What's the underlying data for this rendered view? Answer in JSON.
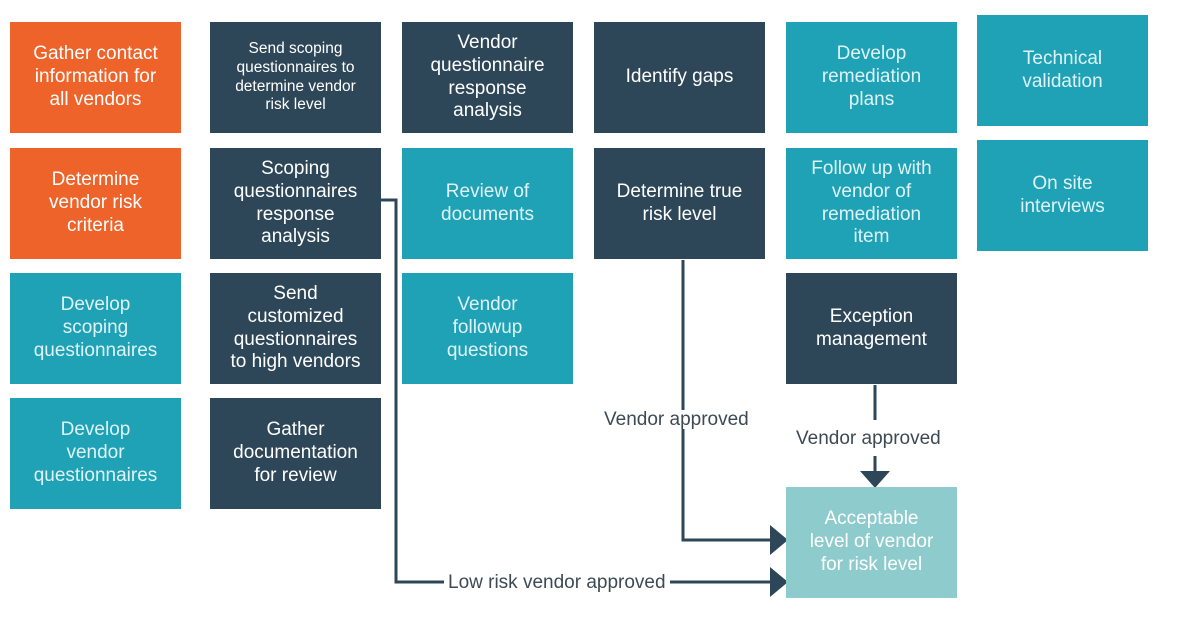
{
  "colors": {
    "orange": "#ED6329",
    "navy": "#2E4758",
    "teal": "#1FA2B6",
    "pale_teal": "#8ECBCC",
    "navy_text": "#ffffff",
    "orange_text": "#ffffff",
    "teal_text_light": "#dff3f6",
    "line": "#2E4758",
    "label_text": "#3d4a54"
  },
  "boxes": {
    "gather_contact": "Gather contact\ninformation for\nall vendors",
    "determine_criteria": "Determine\nvendor risk\ncriteria",
    "develop_scoping": "Develop\nscoping\nquestionnaires",
    "develop_vendor_q": "Develop\nvendor\nquestionnaires",
    "send_scoping": "Send scoping\nquestionnaires to\ndetermine vendor\nrisk level",
    "scoping_analysis": "Scoping\nquestionnaires\nresponse\nanalysis",
    "send_customized": "Send\ncustomized\nquestionnaires\nto high vendors",
    "gather_docs": "Gather\ndocumentation\nfor  review",
    "vendor_q_analysis": "Vendor\nquestionnaire\nresponse\nanalysis",
    "review_docs": "Review of\ndocuments",
    "vendor_followup": "Vendor\nfollowup\nquestions",
    "identify_gaps": "Identify gaps",
    "true_risk": "Determine true\nrisk level",
    "remediation_plans": "Develop\nremediation\nplans",
    "follow_up_remediation": "Follow up with\nvendor of\nremediation\nitem",
    "exception_mgmt": "Exception\nmanagement",
    "acceptable_level": "Acceptable\nlevel of vendor\nfor risk level",
    "technical_validation": "Technical\nvalidation",
    "on_site": "On site\ninterviews"
  },
  "connectors": {
    "vendor_approved_left": "Vendor approved",
    "vendor_approved_right": "Vendor approved",
    "low_risk": "Low risk vendor approved"
  }
}
